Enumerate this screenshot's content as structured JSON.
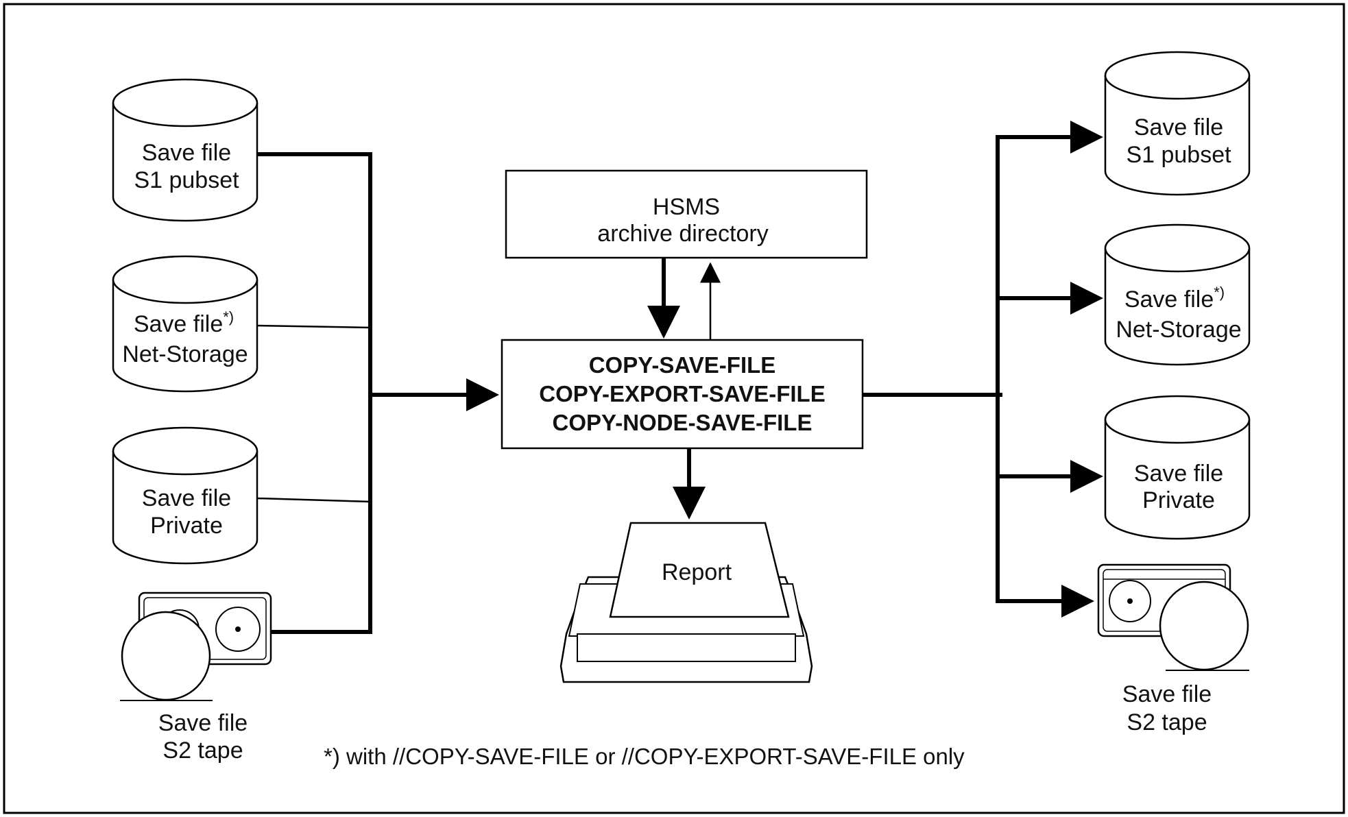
{
  "sources": {
    "s1": {
      "line1": "Save file",
      "line2": "S1 pubset"
    },
    "net": {
      "line1": "Save file",
      "sup": "*)",
      "line2": "Net-Storage"
    },
    "priv": {
      "line1": "Save file",
      "line2": "Private"
    },
    "tape": {
      "line1": "Save file",
      "line2": "S2 tape"
    }
  },
  "targets": {
    "s1": {
      "line1": "Save file",
      "line2": "S1 pubset"
    },
    "net": {
      "line1": "Save file",
      "sup": "*)",
      "line2": "Net-Storage"
    },
    "priv": {
      "line1": "Save file",
      "line2": "Private"
    },
    "tape": {
      "line1": "Save file",
      "line2": "S2 tape"
    }
  },
  "directory": {
    "line1": "HSMS",
    "line2": "archive directory"
  },
  "commands": [
    "COPY-SAVE-FILE",
    "COPY-EXPORT-SAVE-FILE",
    "COPY-NODE-SAVE-FILE"
  ],
  "report": "Report",
  "footnote": "*) with //COPY-SAVE-FILE or //COPY-EXPORT-SAVE-FILE only"
}
